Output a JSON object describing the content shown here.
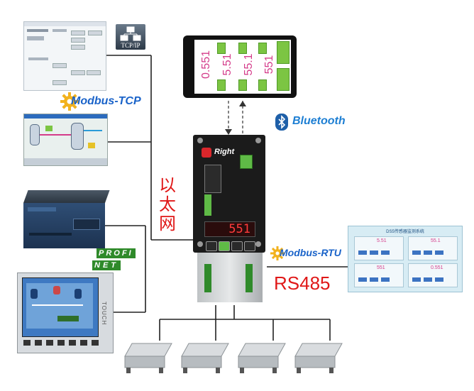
{
  "labels": {
    "tcpip": "TCP/IP",
    "modbus_tcp": "Modbus-TCP",
    "bluetooth": "Bluetooth",
    "ethernet_chars": [
      "以",
      "太",
      "网"
    ],
    "profinet_top": "PROFI",
    "profinet_bottom": "NET",
    "modbus_rtu": "Modbus-RTU",
    "rs485": "RS485",
    "device_brand": "Right",
    "device_display": "551",
    "touch": "TOUCH"
  },
  "phone_values": [
    "0.551",
    "5.51",
    "55.1",
    "551"
  ],
  "rtu_screen": {
    "title": "DS5传感器监测系统",
    "values": [
      "5.51",
      "55.1",
      "551",
      "0.551"
    ]
  },
  "colors": {
    "red_text": "#e01818",
    "modbus_blue": "#1a63c9",
    "bluetooth_blue": "#1e7fd3",
    "green": "#7cc543",
    "line": "#222222"
  }
}
